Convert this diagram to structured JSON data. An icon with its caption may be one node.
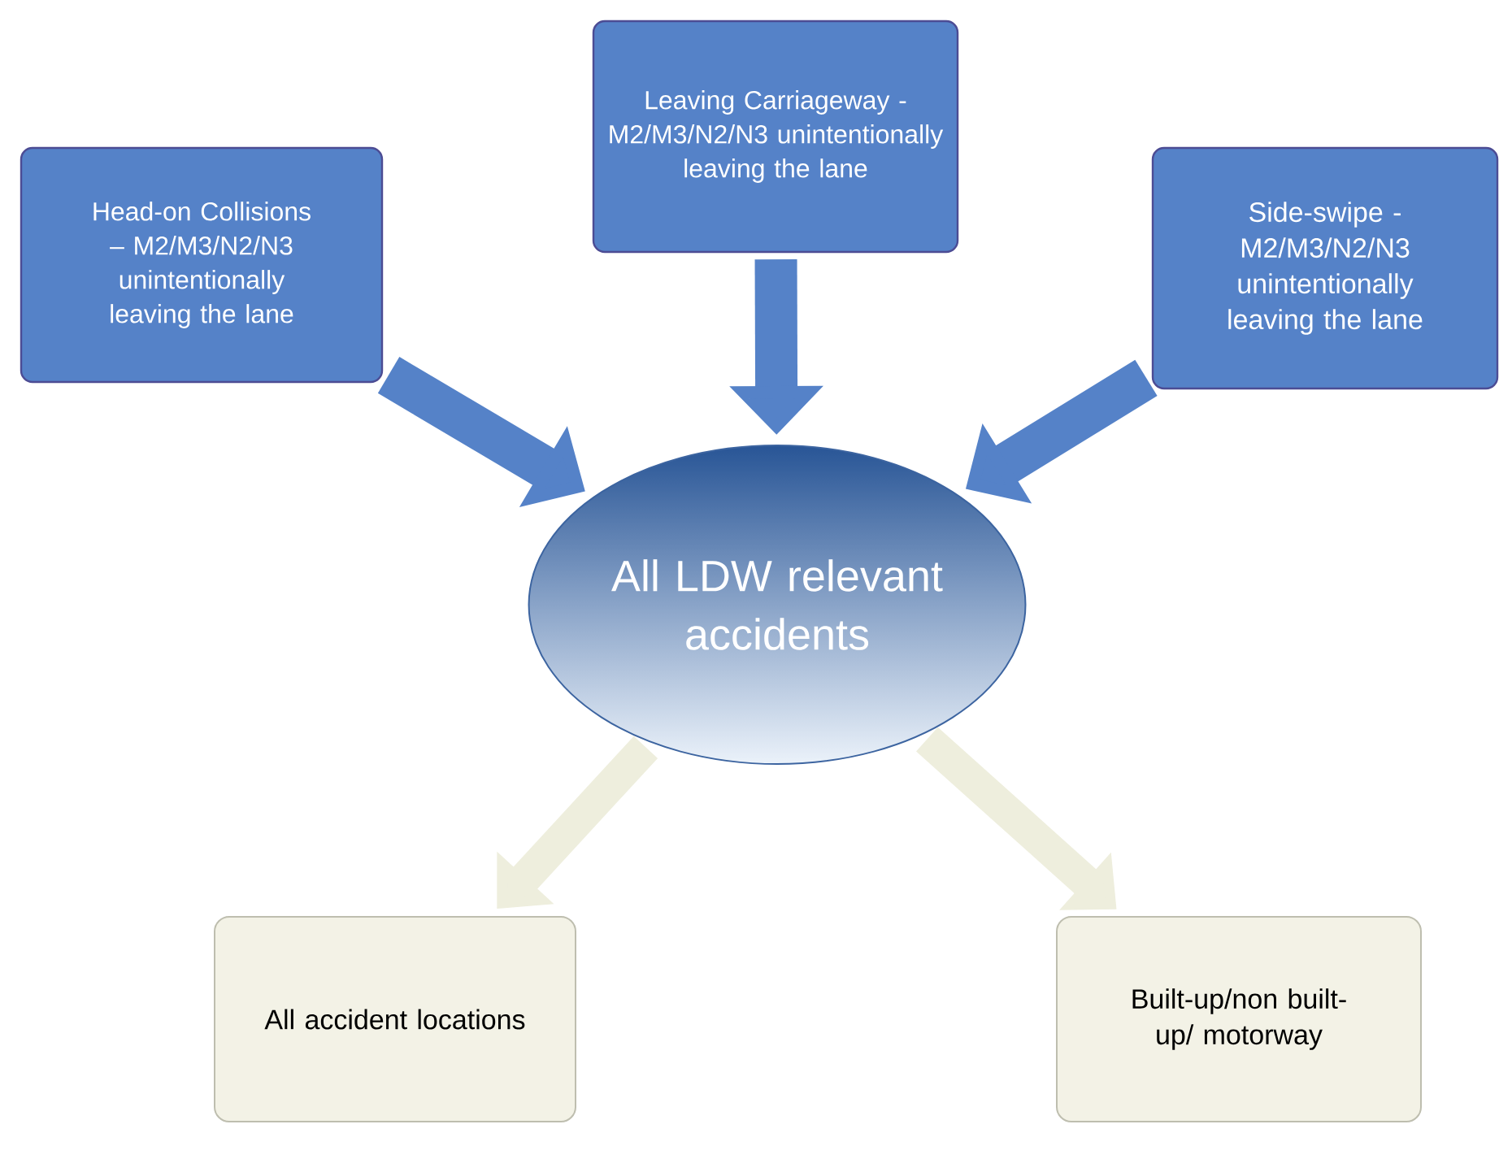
{
  "diagram": {
    "nodes": [
      {
        "text": [
          "Head-on Collisions – M2/M3/N2/N3 unintentionally leaving the lane"
        ]
      },
      {
        "text": [
          "Leaving Carriageway - M2/M3/N2/N3 unintentionally leaving the lane"
        ]
      },
      {
        "text": [
          "Side-swipe - M2/M3/N2/N3 unintentionally leaving the lane"
        ]
      },
      {
        "text": [
          "All LDW relevant accidents"
        ]
      },
      {
        "text": [
          "All accident locations"
        ]
      },
      {
        "text": [
          "Built-up/non built-up/ motorway"
        ]
      }
    ],
    "edges": [
      {
        "from": 0,
        "to": 3,
        "arrow": "to"
      },
      {
        "from": 1,
        "to": 3,
        "arrow": "to"
      },
      {
        "from": 2,
        "to": 3,
        "arrow": "to"
      },
      {
        "from": 3,
        "to": 4,
        "arrow": "to",
        "color": "#eeeedd"
      },
      {
        "from": 3,
        "to": 5,
        "arrow": "to",
        "color": "#eeeedd"
      }
    ]
  }
}
